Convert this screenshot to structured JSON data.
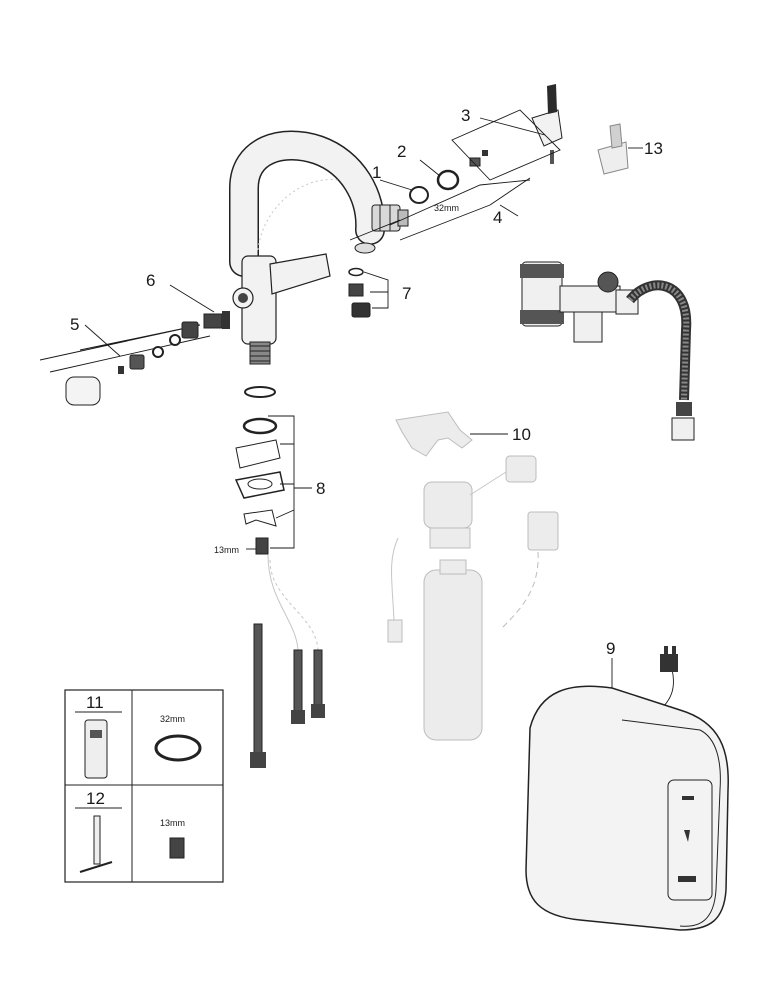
{
  "labels": {
    "part_1": "1",
    "part_2": "2",
    "part_3": "3",
    "part_4": "4",
    "part_5": "5",
    "part_6": "6",
    "part_7": "7",
    "part_8": "8",
    "part_9": "9",
    "part_10": "10",
    "part_11": "11",
    "part_12": "12",
    "part_13": "13"
  },
  "dimensions": {
    "cartridge_nut": "32mm",
    "hose_nipple": "13mm",
    "tool_11_size": "32mm",
    "tool_12_size": "13mm"
  },
  "colors": {
    "line": "#1a1a1a",
    "faucet_body": "#f2f2f2",
    "ghost_parts": "#ececec",
    "ghost_stroke": "#bdbdbd",
    "tank_body": "#f3f3f3",
    "dark_part": "#2b2b2b"
  }
}
